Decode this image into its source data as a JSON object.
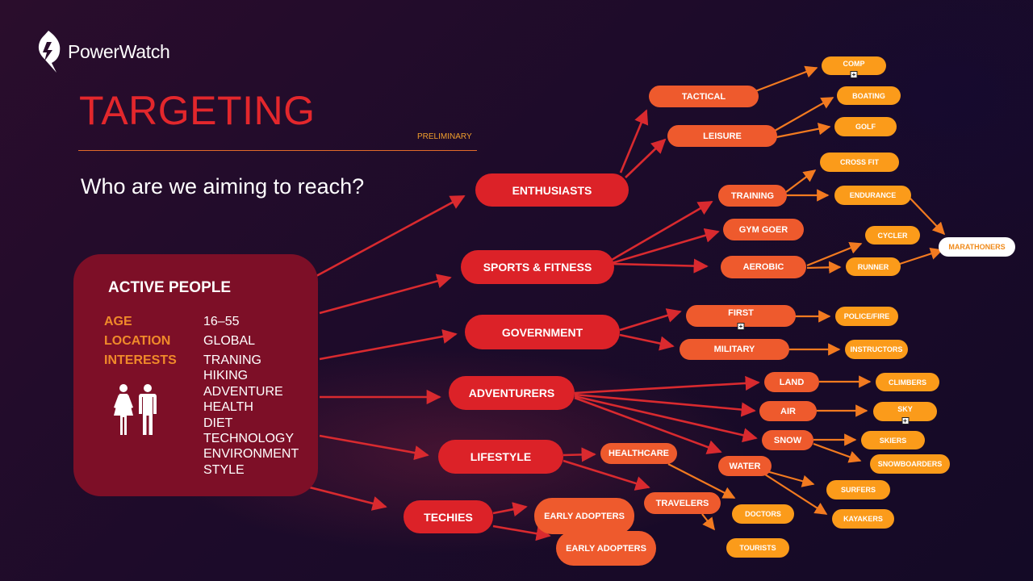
{
  "brand": {
    "name": "PowerWatch"
  },
  "header": {
    "title": "TARGETING",
    "tag": "PRELIMINARY",
    "subtitle": "Who are we aiming to reach?"
  },
  "profile": {
    "title": "ACTIVE PEOPLE",
    "age_label": "AGE",
    "age_value": "16–55",
    "location_label": "LOCATION",
    "location_value": "GLOBAL",
    "interests_label": "INTERESTS",
    "interests": [
      "TRANING",
      "HIKING",
      "ADVENTURE",
      "HEALTH",
      "DIET",
      "TECHNOLOGY",
      "ENVIRONMENT",
      "STYLE"
    ],
    "icon": "man-woman-icon"
  },
  "colors": {
    "level1": "#dc2228",
    "level2": "#ee5a2d",
    "level3": "#fb9b1a",
    "arrow_red": "#d92a2f",
    "arrow_orange": "#f27a20",
    "heading": "#e3272c"
  },
  "diagram": {
    "nodes": [
      {
        "id": "enthusiasts",
        "label": "ENTHUSIASTS",
        "level": 1
      },
      {
        "id": "sports",
        "label": "SPORTS & FITNESS",
        "level": 1
      },
      {
        "id": "government",
        "label": "GOVERNMENT",
        "level": 1
      },
      {
        "id": "adventurers",
        "label": "ADVENTURERS",
        "level": 1
      },
      {
        "id": "lifestyle",
        "label": "LIFESTYLE",
        "level": 1
      },
      {
        "id": "techies",
        "label": "TECHIES",
        "level": 1
      },
      {
        "id": "tactical",
        "label": "TACTICAL",
        "level": 2
      },
      {
        "id": "leisure",
        "label": "LEISURE",
        "level": 2
      },
      {
        "id": "training",
        "label": "TRAINING",
        "level": 2
      },
      {
        "id": "gymgoer",
        "label": "GYM GOER",
        "level": 2
      },
      {
        "id": "aerobic",
        "label": "AEROBIC",
        "level": 2
      },
      {
        "id": "first",
        "label": "FIRST",
        "level": 2
      },
      {
        "id": "military",
        "label": "MILITARY",
        "level": 2
      },
      {
        "id": "land",
        "label": "LAND",
        "level": 2
      },
      {
        "id": "air",
        "label": "AIR",
        "level": 2
      },
      {
        "id": "snow",
        "label": "SNOW",
        "level": 2
      },
      {
        "id": "water",
        "label": "WATER",
        "level": 2
      },
      {
        "id": "healthcare",
        "label": "HEALTHCARE",
        "level": 2
      },
      {
        "id": "travelers",
        "label": "TRAVELERS",
        "level": 2
      },
      {
        "id": "early1",
        "label": "EARLY ADOPTERS",
        "level": 2
      },
      {
        "id": "early2",
        "label": "EARLY ADOPTERS",
        "level": 2
      },
      {
        "id": "comp",
        "label": "COMP",
        "level": 3
      },
      {
        "id": "boating",
        "label": "BOATING",
        "level": 3
      },
      {
        "id": "golf",
        "label": "GOLF",
        "level": 3
      },
      {
        "id": "crossfit",
        "label": "CROSS FIT",
        "level": 3
      },
      {
        "id": "endurance",
        "label": "ENDURANCE",
        "level": 3
      },
      {
        "id": "cycler",
        "label": "CYCLER",
        "level": 3
      },
      {
        "id": "runner",
        "label": "RUNNER",
        "level": 3
      },
      {
        "id": "marathoners",
        "label": "MARATHONERS",
        "level": 4
      },
      {
        "id": "policefire",
        "label": "POLICE/FIRE",
        "level": 3
      },
      {
        "id": "instructors",
        "label": "INSTRUCTORS",
        "level": 3
      },
      {
        "id": "climbers",
        "label": "CLIMBERS",
        "level": 3
      },
      {
        "id": "sky",
        "label": "SKY",
        "level": 3
      },
      {
        "id": "skiers",
        "label": "SKIERS",
        "level": 3
      },
      {
        "id": "snowboarders",
        "label": "SNOWBOARDERS",
        "level": 3
      },
      {
        "id": "surfers",
        "label": "SURFERS",
        "level": 3
      },
      {
        "id": "kayakers",
        "label": "KAYAKERS",
        "level": 3
      },
      {
        "id": "doctors",
        "label": "DOCTORS",
        "level": 3
      },
      {
        "id": "tourists",
        "label": "TOURISTS",
        "level": 3
      }
    ],
    "edges": [
      [
        "card",
        "enthusiasts"
      ],
      [
        "card",
        "sports"
      ],
      [
        "card",
        "government"
      ],
      [
        "card",
        "adventurers"
      ],
      [
        "card",
        "lifestyle"
      ],
      [
        "card",
        "techies"
      ],
      [
        "enthusiasts",
        "tactical"
      ],
      [
        "enthusiasts",
        "leisure"
      ],
      [
        "tactical",
        "comp"
      ],
      [
        "leisure",
        "boating"
      ],
      [
        "leisure",
        "golf"
      ],
      [
        "sports",
        "training"
      ],
      [
        "sports",
        "gymgoer"
      ],
      [
        "sports",
        "aerobic"
      ],
      [
        "training",
        "crossfit"
      ],
      [
        "training",
        "endurance"
      ],
      [
        "endurance",
        "marathoners"
      ],
      [
        "aerobic",
        "cycler"
      ],
      [
        "aerobic",
        "runner"
      ],
      [
        "runner",
        "marathoners"
      ],
      [
        "government",
        "first"
      ],
      [
        "government",
        "military"
      ],
      [
        "first",
        "policefire"
      ],
      [
        "military",
        "instructors"
      ],
      [
        "adventurers",
        "land"
      ],
      [
        "adventurers",
        "air"
      ],
      [
        "adventurers",
        "snow"
      ],
      [
        "adventurers",
        "water"
      ],
      [
        "land",
        "climbers"
      ],
      [
        "air",
        "sky"
      ],
      [
        "snow",
        "skiers"
      ],
      [
        "snow",
        "snowboarders"
      ],
      [
        "water",
        "surfers"
      ],
      [
        "water",
        "kayakers"
      ],
      [
        "lifestyle",
        "healthcare"
      ],
      [
        "lifestyle",
        "travelers"
      ],
      [
        "healthcare",
        "doctors"
      ],
      [
        "travelers",
        "tourists"
      ],
      [
        "techies",
        "early1"
      ],
      [
        "techies",
        "early2"
      ]
    ],
    "expandable": [
      "comp",
      "first",
      "sky"
    ]
  }
}
